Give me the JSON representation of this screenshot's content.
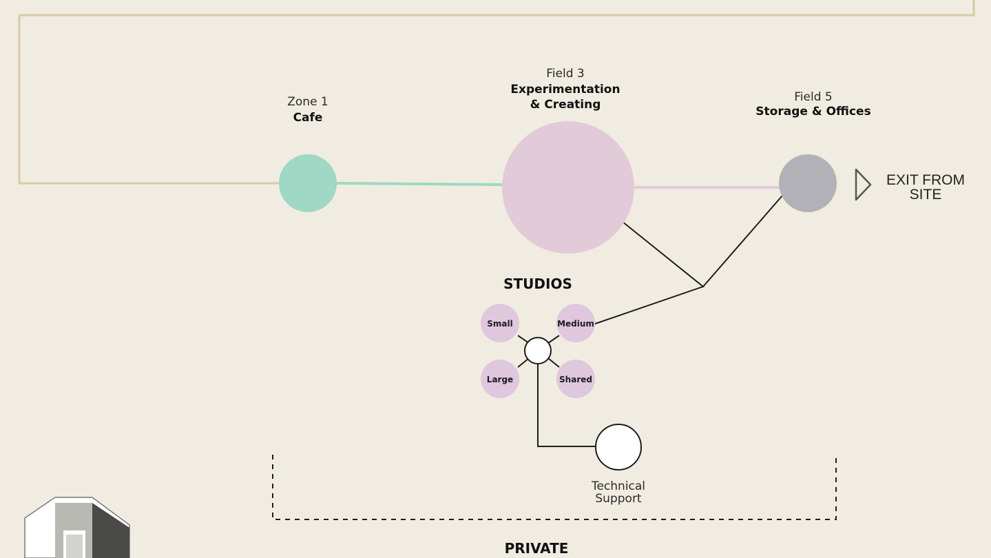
{
  "colors": {
    "background": "#f1ece2",
    "frame_line": "#d6caa0",
    "cafe": "#9fd8c4",
    "experimentation": "#e2cad9",
    "storage": "#b3b1b8",
    "studio": "#dfc7dd",
    "connector": "#1c1c1c",
    "hub": "#ffffff"
  },
  "nodes": {
    "cafe": {
      "prefix": "Zone 1",
      "name": "Cafe"
    },
    "experimentation": {
      "prefix": "Field 3",
      "name_line1": "Experimentation",
      "name_line2": "& Creating"
    },
    "storage": {
      "prefix": "Field 5",
      "name": "Storage & Offices"
    }
  },
  "exit": {
    "line1": "EXIT FROM",
    "line2": "SITE",
    "icon": "play-triangle-icon"
  },
  "studios": {
    "title": "STUDIOS",
    "items": [
      "Small",
      "Medium",
      "Large",
      "Shared"
    ]
  },
  "technical_support": {
    "line1": "Technical",
    "line2": "Support"
  },
  "private_zone": {
    "label": "PRIVATE"
  },
  "corner_graphic": {
    "icon": "building-sketch-icon"
  }
}
